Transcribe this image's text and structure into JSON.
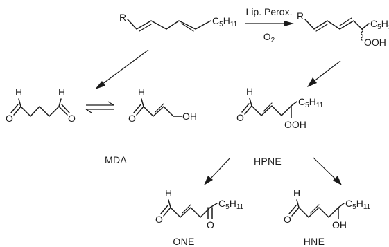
{
  "reaction": {
    "lip_perox": "Lip. Perox.",
    "oxygen": {
      "symbol": "O",
      "count": "2"
    }
  },
  "atoms": {
    "r": "R",
    "o": "O",
    "h": "H",
    "oh": "OH",
    "ooh": "OOH",
    "pentyl": {
      "symbol": "C",
      "count": "5",
      "hydrogen": "H",
      "hcount": "11"
    }
  },
  "compounds": {
    "mda": "MDA",
    "hpne": "HPNE",
    "one": "ONE",
    "hne": "HNE"
  },
  "colors": {
    "ink": "#1a1a1a",
    "background": "#ffffff"
  }
}
